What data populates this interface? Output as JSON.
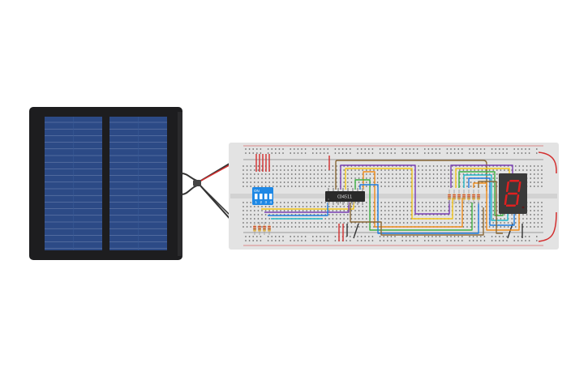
{
  "canvas": {
    "background": "#ffffff"
  },
  "solar_panel": {
    "frame_color": "#1d1d1f",
    "cell_color": "#2c4a86",
    "grid_color": "#b4c2dc",
    "lead_positive_color": "#d32f2f",
    "lead_negative_color": "#333333"
  },
  "breadboard": {
    "color": "#e3e3e3",
    "hole_color": "#5a5a5a",
    "rail_positive_color": "#d32f2f",
    "rail_negative_color": "#333333"
  },
  "ic": {
    "label": "CD4511",
    "color": "#2a2a2a"
  },
  "dip_switch": {
    "label": "ON",
    "numbers": [
      "1",
      "2",
      "3",
      "4"
    ],
    "color": "#1e88e5"
  },
  "seven_segment": {
    "body_color": "#3a3a3a",
    "segment_color": "#e02020",
    "digit_shown": "8"
  },
  "wire_colors": {
    "yellow": "#f2c51a",
    "purple": "#7b3fb5",
    "green": "#3cb043",
    "blue": "#1e7ee0",
    "orange": "#f08c1a",
    "brown": "#8b6a3a",
    "red": "#d32f2f",
    "black": "#333333",
    "cyan": "#22b8c8"
  }
}
